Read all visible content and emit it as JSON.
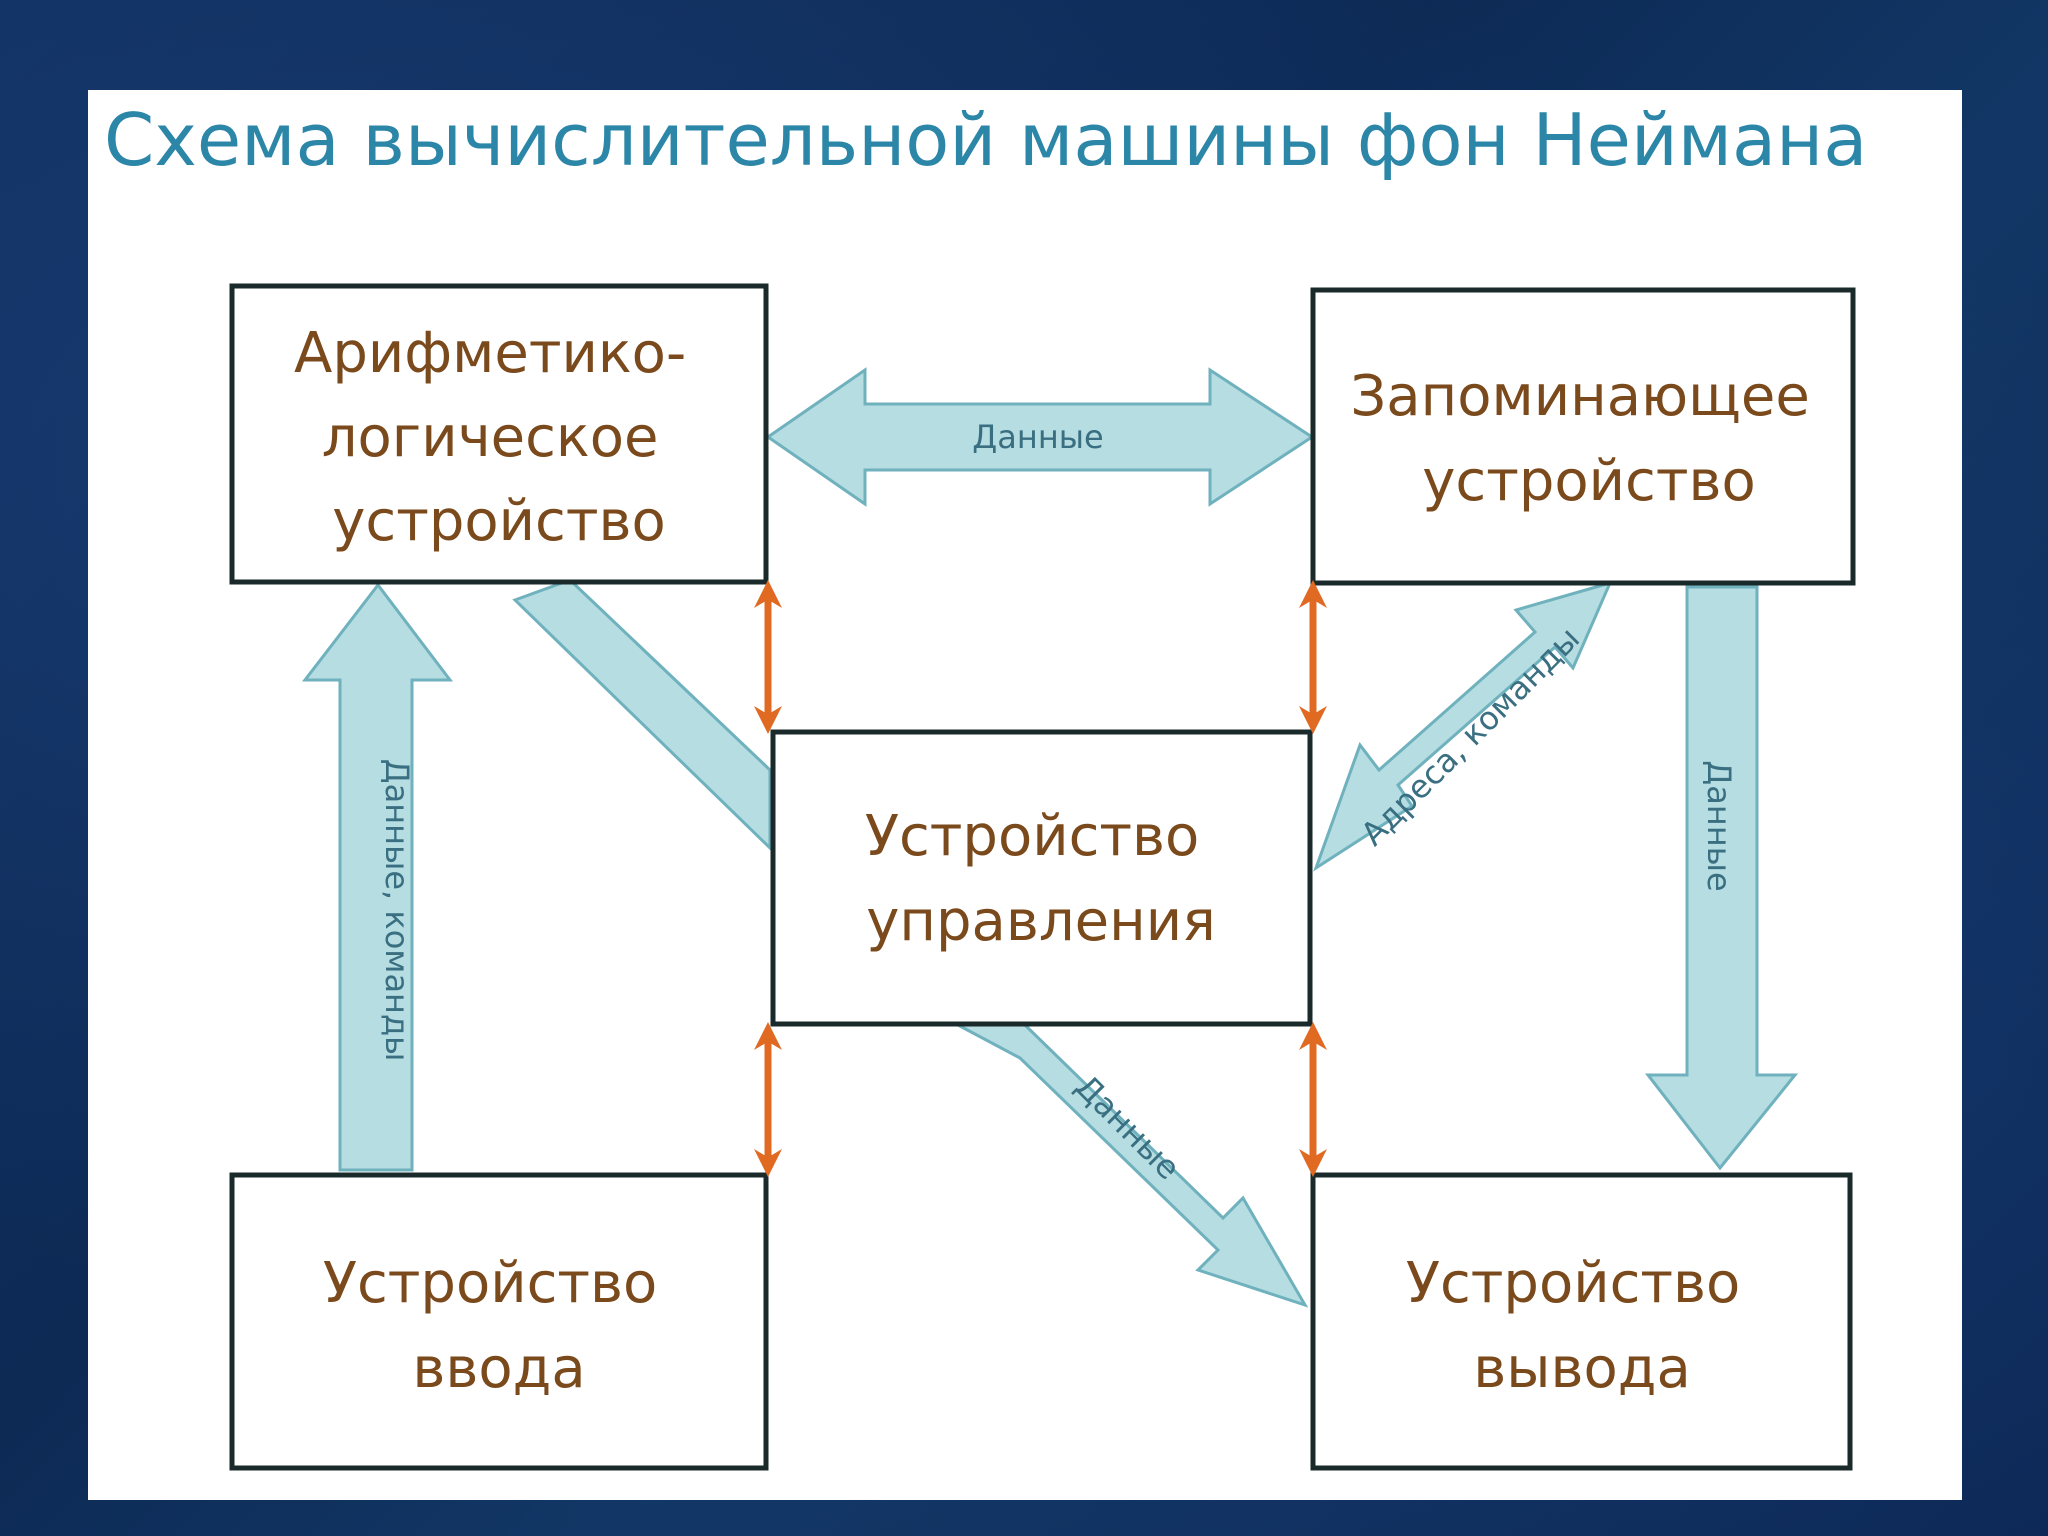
{
  "title": "Схема вычислительной машины фон Неймана",
  "colors": {
    "title": "#2b86a8",
    "node_text": "#7a4a1c",
    "node_border": "#1a2a2a",
    "flow_arrow_fill": "#b5dde2",
    "flow_arrow_stroke": "#6fb1bd",
    "control_arrow": "#e06a22",
    "background": "#0f2d5c"
  },
  "nodes": {
    "alu": {
      "lines": [
        "Арифметико-",
        "логическое",
        "устройство"
      ]
    },
    "memory": {
      "lines": [
        "Запоминающее",
        "устройство"
      ]
    },
    "control": {
      "lines": [
        "Устройство",
        "управления"
      ]
    },
    "input": {
      "lines": [
        "Устройство",
        "ввода"
      ]
    },
    "output": {
      "lines": [
        "Устройство",
        "вывода"
      ]
    }
  },
  "flows": {
    "alu_memory": "Данные",
    "input_alu": "Данные, команды",
    "memory_control": "Адреса, команды",
    "memory_output": "Данные",
    "control_output": "Данные"
  }
}
